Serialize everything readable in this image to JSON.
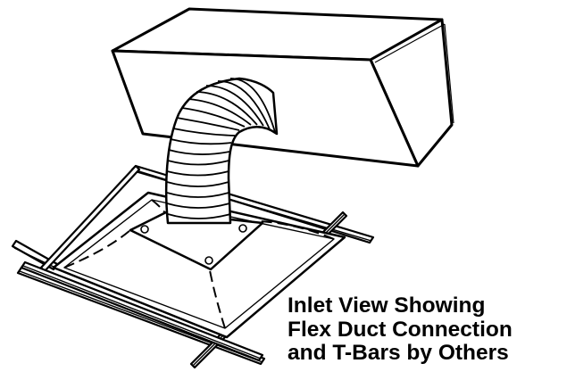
{
  "caption": {
    "lines": [
      "Inlet View Showing",
      "Flex Duct Connection",
      "and T-Bars by Others"
    ]
  },
  "colors": {
    "line": "#000000",
    "background": "#ffffff"
  }
}
